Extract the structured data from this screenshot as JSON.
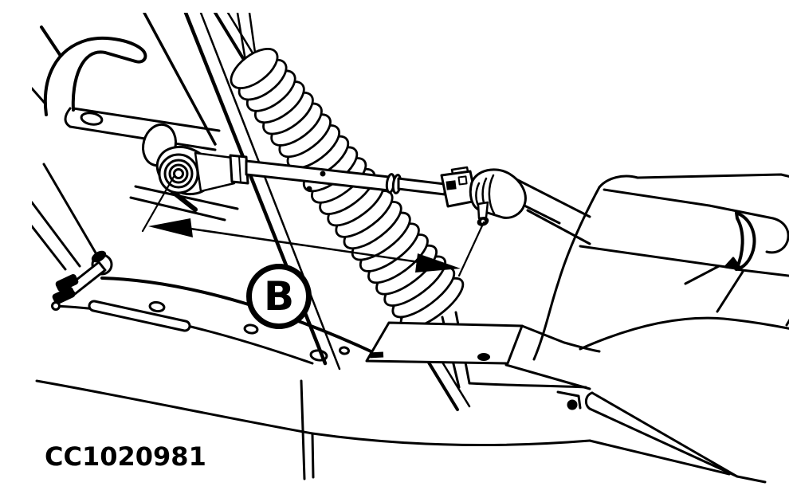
{
  "figure": {
    "code": "CC1020981",
    "callout": {
      "label": "B"
    },
    "colors": {
      "line": "#000000",
      "background": "#ffffff"
    },
    "depicted_elements": [
      "coil-spring",
      "adjustable-tie-rod",
      "ball-joint-left",
      "ball-joint-right",
      "double-headed-arrow",
      "leader-lines",
      "frame-channel",
      "mounting-plate",
      "deck-panels",
      "linkage-bolts"
    ]
  }
}
